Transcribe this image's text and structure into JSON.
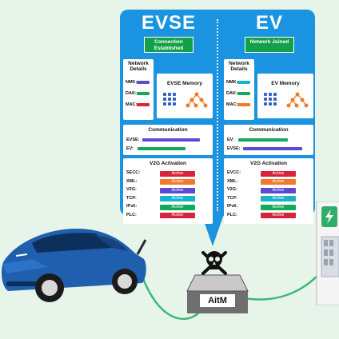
{
  "evse": {
    "title": "EVSE",
    "status": "Connection Established",
    "network": {
      "title": "Network Details",
      "rows": [
        {
          "label": "NMK:",
          "color": "#5a4bd1"
        },
        {
          "label": "DAK:",
          "color": "#14a85a"
        },
        {
          "label": "MAC:",
          "color": "#d8243a"
        }
      ]
    },
    "memory_title": "EVSE Memory",
    "communication": {
      "title": "Communication",
      "rows": [
        {
          "label": "EVSE:",
          "color": "#5a4bd1"
        },
        {
          "label": "EV:",
          "color": "#14a85a"
        }
      ]
    },
    "v2g": {
      "title": "V2G Activation",
      "rows": [
        {
          "label": "SECC:",
          "value": "Active",
          "color": "#d8243a"
        },
        {
          "label": "XML:",
          "value": "Active",
          "color": "#f07a2a"
        },
        {
          "label": "V2G:",
          "value": "Active",
          "color": "#5a4bd1"
        },
        {
          "label": "TCP:",
          "value": "Active",
          "color": "#16b3c9"
        },
        {
          "label": "IPv6:",
          "value": "Active",
          "color": "#14a85a"
        },
        {
          "label": "PLC:",
          "value": "Active",
          "color": "#d8243a"
        }
      ]
    }
  },
  "ev": {
    "title": "EV",
    "status": "Network Joined",
    "network": {
      "title": "Network Details",
      "rows": [
        {
          "label": "NMK:",
          "color": "#16b3c9"
        },
        {
          "label": "DAK:",
          "color": "#14a85a"
        },
        {
          "label": "MAC:",
          "color": "#f07a2a"
        }
      ]
    },
    "memory_title": "EV Memory",
    "communication": {
      "title": "Communication",
      "rows": [
        {
          "label": "EV:",
          "color": "#14a85a"
        },
        {
          "label": "EVSE:",
          "color": "#5a4bd1"
        }
      ]
    },
    "v2g": {
      "title": "V2G Activation",
      "rows": [
        {
          "label": "EVCC:",
          "value": "Active",
          "color": "#d8243a"
        },
        {
          "label": "XML:",
          "value": "Active",
          "color": "#f07a2a"
        },
        {
          "label": "V2G:",
          "value": "Active",
          "color": "#5a4bd1"
        },
        {
          "label": "TCP:",
          "value": "Active",
          "color": "#16b3c9"
        },
        {
          "label": "IPv6:",
          "value": "Active",
          "color": "#14a85a"
        },
        {
          "label": "PLC:",
          "value": "Active",
          "color": "#d8243a"
        }
      ]
    }
  },
  "attacker": {
    "label": "AitM",
    "icon": "skull-crossbones-icon"
  },
  "colors": {
    "bubble": "#1a94e0",
    "cable": "#3cb878",
    "car": "#1f5fae",
    "background": "#e6f4ea"
  }
}
